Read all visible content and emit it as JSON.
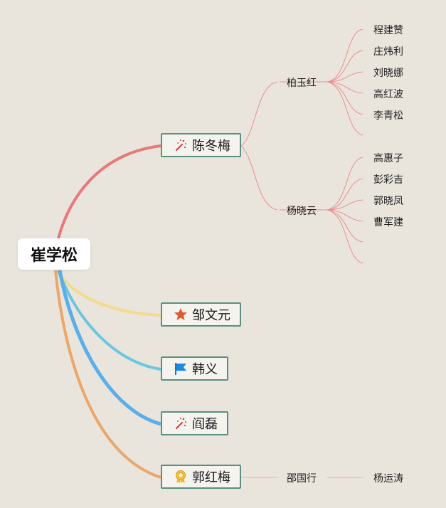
{
  "root": {
    "label": "崔学松"
  },
  "branches": [
    {
      "id": "chen",
      "label": "陈冬梅",
      "icon": "magic-wand-icon",
      "color": "#e8787c"
    },
    {
      "id": "zou",
      "label": "邹文元",
      "icon": "star-icon",
      "color": "#f5d98e"
    },
    {
      "id": "han",
      "label": "韩义",
      "icon": "flag-icon",
      "color": "#6bc6df"
    },
    {
      "id": "yan",
      "label": "阎磊",
      "icon": "magic-wand-icon",
      "color": "#5aaee9"
    },
    {
      "id": "guo",
      "label": "郭红梅",
      "icon": "medal-icon",
      "color": "#eca66a"
    }
  ],
  "subtopics": {
    "bai": {
      "label": "柏玉红",
      "children": [
        "程建赞",
        "庄炜利",
        "刘晓娜",
        "高红波",
        "李青松"
      ]
    },
    "yang": {
      "label": "杨晓云",
      "children": [
        "高惠子",
        "彭彩吉",
        "郭晓凤",
        "曹军建"
      ]
    },
    "shao": {
      "label": "邵国行",
      "children": [
        "杨运涛"
      ]
    }
  },
  "colors": {
    "background": "#e9e5dc",
    "node_border": "#5b8f7f",
    "thin_line_red": "#ec8e90",
    "thin_line_orange": "#efb387"
  }
}
